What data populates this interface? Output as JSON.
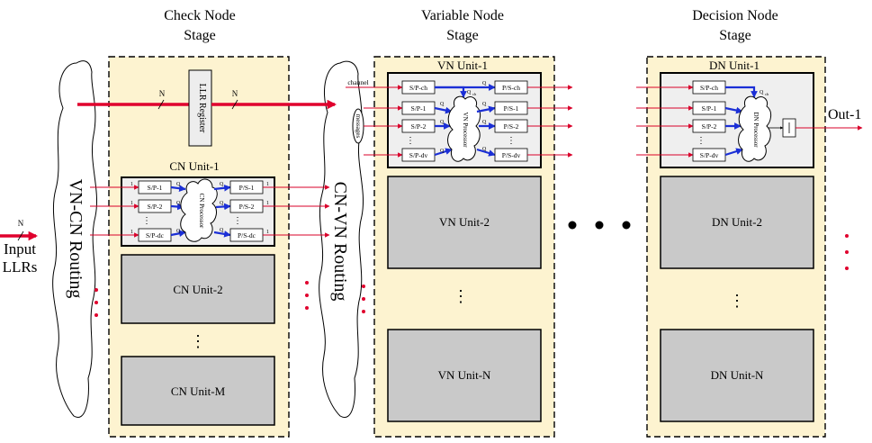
{
  "stages": {
    "check_node": {
      "title_line1": "Check Node",
      "title_line2": "Stage"
    },
    "variable_node": {
      "title_line1": "Variable Node",
      "title_line2": "Stage"
    },
    "decision_node": {
      "title_line1": "Decision Node",
      "title_line2": "Stage"
    }
  },
  "routing": {
    "vn_cn": "VN-CN Routing",
    "cn_vn": "CN-VN Routing"
  },
  "input": {
    "line1": "Input",
    "line2": "LLRs",
    "bus_width": "N"
  },
  "output": {
    "label": "Out-1"
  },
  "llr_register": {
    "label": "LLR Register",
    "bus_in": "N",
    "bus_out": "N"
  },
  "cn_units": {
    "unit1": "CN Unit-1",
    "unit2": "CN Unit-2",
    "unitM": "CN Unit-M",
    "processor": "CN Processor",
    "sp": [
      "S/P-1",
      "S/P-2",
      "S/P-dc"
    ],
    "ps": [
      "P/S-1",
      "P/S-2",
      "P/S-dc"
    ],
    "q": "Q",
    "one": "1"
  },
  "vn_units": {
    "unit1": "VN Unit-1",
    "unit2": "VN Unit-2",
    "unitN": "VN Unit-N",
    "processor": "VN Processor",
    "sp": [
      "S/P-ch",
      "S/P-1",
      "S/P-2",
      "S/P-dv"
    ],
    "ps": [
      "P/S-ch",
      "P/S-1",
      "P/S-2",
      "P/S-dv"
    ],
    "qch": "Q",
    "qch_sub": "ch",
    "channel": "channel",
    "messages": "messages"
  },
  "dn_units": {
    "unit1": "DN Unit-1",
    "unit2": "DN Unit-2",
    "unitN": "DN Unit-N",
    "processor": "DN Processor",
    "sp": [
      "S/P-ch",
      "S/P-1",
      "S/P-2",
      "S/P-dv"
    ],
    "qch": "Q",
    "qch_sub": "ch"
  },
  "ellipsis": "⋮"
}
